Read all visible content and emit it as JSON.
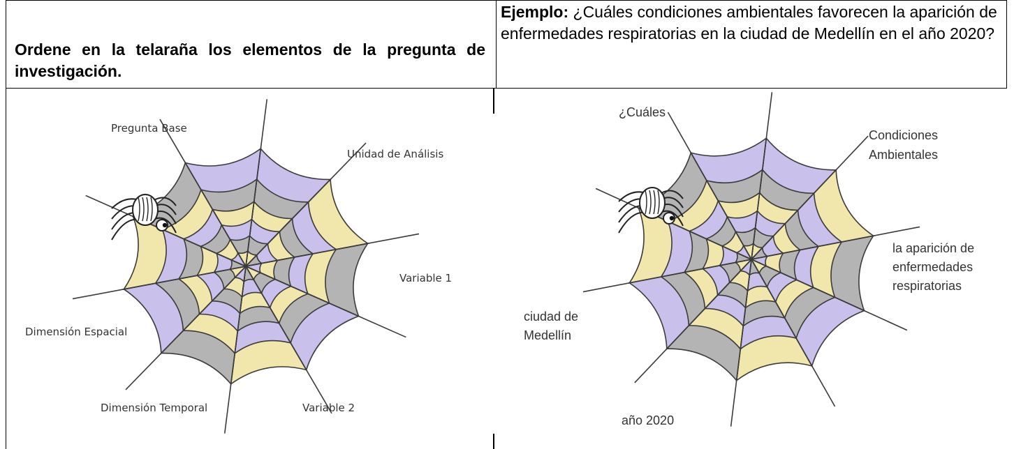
{
  "header": {
    "instruction": "Ordene en la telaraña los elementos de la pregunta de investigación.",
    "example_label": "Ejemplo:",
    "example_text": " ¿Cuáles condiciones ambientales favorecen la aparición de enfermedades respiratorias en la ciudad de Medellín en el año 2020?"
  },
  "left_web": {
    "labels": {
      "pregunta_base": "Pregunta Base",
      "unidad_analisis": "Unidad de Análisis",
      "variable1": "Variable 1",
      "dimension_espacial": "Dimensión Espacial",
      "dimension_temporal": "Dimensión Temporal",
      "variable2": "Variable 2"
    }
  },
  "right_web": {
    "labels": {
      "cuales": "¿Cuáles",
      "condiciones_1": "Condiciones",
      "condiciones_2": "Ambientales",
      "aparicion_1": "la aparición de",
      "aparicion_2": "enfermedades",
      "aparicion_3": "respiratorias",
      "ciudad_1": "ciudad de",
      "ciudad_2": "Medellín",
      "anio": "año 2020"
    }
  },
  "colors": {
    "yellow": "#f1e7ac",
    "gray": "#b4b4b4",
    "lavender": "#c9c1ec",
    "line": "#3a3a3a"
  }
}
